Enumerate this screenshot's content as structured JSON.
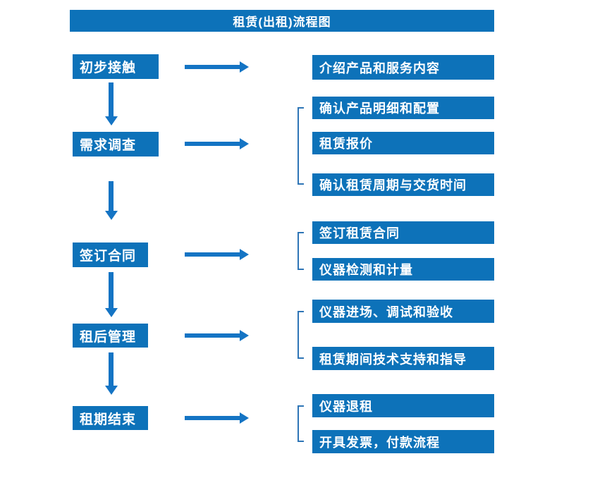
{
  "title": "租赁(出租)流程图",
  "colors": {
    "box_fill": "#0d72b9",
    "arrow_fill": "#1474c4",
    "bracket_line": "#2e75b6",
    "text": "#ffffff",
    "background": "#ffffff"
  },
  "steps": [
    {
      "label": "初步接触",
      "details": [
        "介绍产品和服务内容"
      ]
    },
    {
      "label": "需求调查",
      "details": [
        "确认产品明细和配置",
        "租赁报价",
        "确认租赁周期与交货时间"
      ]
    },
    {
      "label": "签订合同",
      "details": [
        "签订租赁合同",
        "仪器检测和计量"
      ]
    },
    {
      "label": "租后管理",
      "details": [
        "仪器进场、调试和验收",
        "租赁期间技术支持和指导"
      ]
    },
    {
      "label": "租期结束",
      "details": [
        "仪器退租",
        "开具发票，付款流程"
      ]
    }
  ]
}
